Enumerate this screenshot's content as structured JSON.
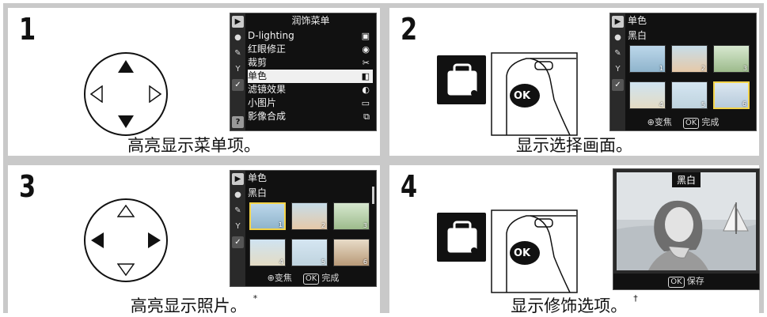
{
  "steps": [
    {
      "number": "1",
      "caption": "高亮显示菜单项。",
      "note": "",
      "menu": {
        "title": "润饰菜单",
        "items": [
          {
            "label": "D-lighting",
            "icon": "d-lighting-icon"
          },
          {
            "label": "红眼修正",
            "icon": "eye-icon"
          },
          {
            "label": "裁剪",
            "icon": "scissors-icon"
          },
          {
            "label": "单色",
            "icon": "monochrome-icon",
            "highlighted": true
          },
          {
            "label": "滤镜效果",
            "icon": "filter-icon"
          },
          {
            "label": "小图片",
            "icon": "small-picture-icon"
          },
          {
            "label": "影像合成",
            "icon": "overlay-icon"
          }
        ],
        "help_symbol": "?"
      }
    },
    {
      "number": "2",
      "caption": "显示选择画面。",
      "note": "",
      "screen": {
        "title": "单色",
        "subtitle": "黑白",
        "thumb_numbers": [
          "1",
          "2",
          "3",
          "4",
          "5",
          "6"
        ],
        "selected_thumb": 6,
        "footer_zoom": "变焦",
        "footer_ok_badge": "OK",
        "footer_ok": "完成"
      },
      "ok_label": "OK"
    },
    {
      "number": "3",
      "caption": "高亮显示照片。",
      "note": "*",
      "screen": {
        "title": "单色",
        "subtitle": "黑白",
        "thumb_numbers": [
          "1",
          "2",
          "3",
          "4",
          "5",
          "6"
        ],
        "selected_thumb": 1,
        "footer_zoom": "变焦",
        "footer_ok_badge": "OK",
        "footer_ok": "完成"
      }
    },
    {
      "number": "4",
      "caption": "显示修饰选项。",
      "note": "†",
      "preview": {
        "label": "黑白",
        "footer_ok_badge": "OK",
        "footer_save": "保存"
      },
      "ok_label": "OK"
    }
  ],
  "colors": {
    "panel_border": "#c9c9c9",
    "lcd_bg": "#111111",
    "highlight": "#f0f0f0",
    "select_frame": "#f4d44a"
  }
}
